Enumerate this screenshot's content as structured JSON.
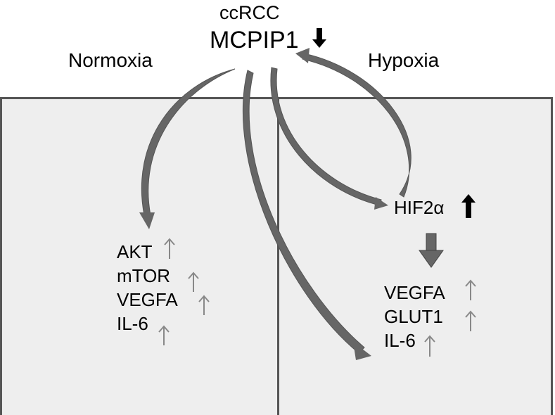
{
  "header": {
    "subtitle": "ccRCC",
    "main": "MCPIP1"
  },
  "conditions": {
    "left": "Normoxia",
    "right": "Hypoxia"
  },
  "hypoxia_factor": "HIF2α",
  "normoxia_targets": [
    "AKT",
    "mTOR",
    "VEGFA",
    "IL-6"
  ],
  "hypoxia_targets": [
    "VEGFA",
    "GLUT1",
    "IL-6"
  ],
  "colors": {
    "background": "#ffffff",
    "panel_fill": "#eeeeee",
    "panel_border": "#555555",
    "curved_arrow": "#666666",
    "up_arrow_small": "#888888",
    "bold_arrow": "#000000"
  },
  "icons": {
    "regulation_up": "thin-up-arrow-icon",
    "strong_up": "bold-up-arrow-icon",
    "strong_down": "bold-down-arrow-icon",
    "flow_down": "block-down-arrow-icon"
  }
}
